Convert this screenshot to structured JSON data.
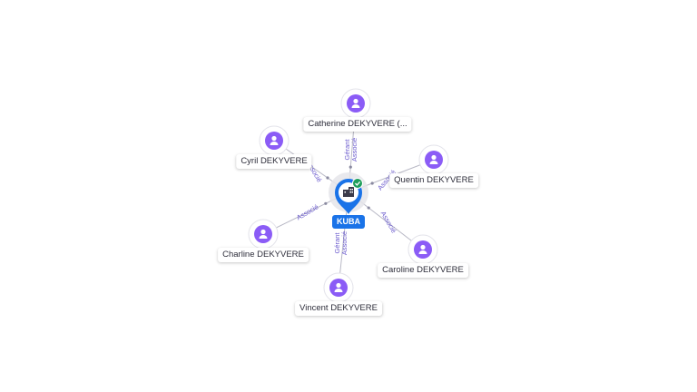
{
  "company": {
    "name": "KUBA",
    "brand_color": "#1a73e8",
    "verified_color": "#1e9e5a",
    "icon": "company-building-icon",
    "badge_icon": "check-icon"
  },
  "person_color": "#8b5cf6",
  "people": [
    {
      "id": "catherine",
      "name": "Catherine DEKYVERE (...",
      "relations": [
        "Gérant",
        "Associé"
      ]
    },
    {
      "id": "cyril",
      "name": "Cyril DEKYVERE",
      "relations": [
        "Associé"
      ]
    },
    {
      "id": "quentin",
      "name": "Quentin DEKYVERE",
      "relations": [
        "Associé"
      ]
    },
    {
      "id": "charline",
      "name": "Charline DEKYVERE",
      "relations": [
        "Associé"
      ]
    },
    {
      "id": "caroline",
      "name": "Caroline DEKYVERE",
      "relations": [
        "Associé"
      ]
    },
    {
      "id": "vincent",
      "name": "Vincent DEKYVERE",
      "relations": [
        "Gérant",
        "Associé"
      ]
    }
  ]
}
